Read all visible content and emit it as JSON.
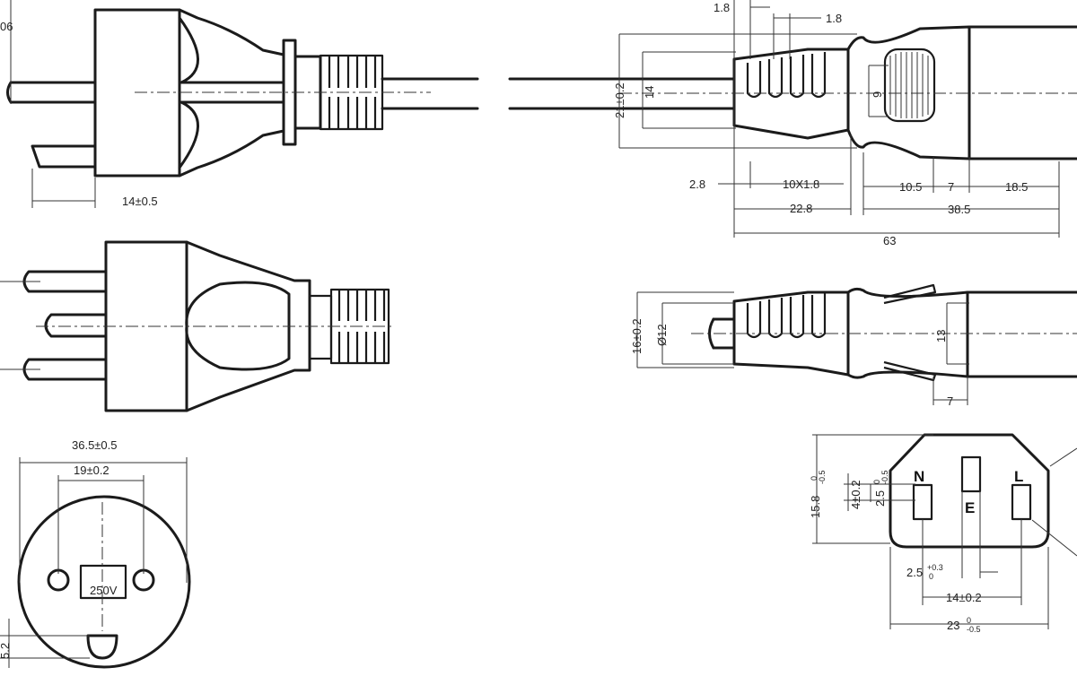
{
  "plug_side": {
    "partial_dim_top": "06",
    "pin_dim": "14±0.5"
  },
  "plug_face": {
    "diameter": "36.5±0.5",
    "pin_spacing": "19±0.2",
    "voltage_mark": "250V",
    "earth_offset": "5.2"
  },
  "connector_side": {
    "dims": {
      "rib_width_top": "1.8",
      "rib_gap_top": "1.8",
      "outer_height": "21±0.2",
      "inner_height": "14",
      "socket_height": "9",
      "strain_offset": "2.8",
      "ribs": "10X1.8",
      "grip_length": "22.8",
      "body_a": "10.5",
      "body_b": "7",
      "body_c": "18.5",
      "body_total": "38.5",
      "overall": "63"
    }
  },
  "connector_top": {
    "dims": {
      "outer_dia": "16±0.2",
      "cable_dia": "Ø12",
      "socket_height": "13",
      "latch": "7"
    }
  },
  "connector_face": {
    "pins": {
      "neutral": "N",
      "earth": "E",
      "live": "L"
    },
    "dims": {
      "height_main": "15.8",
      "height_tol_upper": "0",
      "height_tol_lower": "-0.5",
      "pin_len": "4±0.2",
      "pin_offset": "2.5",
      "pin_offset_tol_upper": "0",
      "pin_offset_tol_lower": "-0.5",
      "pin_width": "2.5",
      "pin_width_tol_upper": "+0.3",
      "pin_width_tol_lower": "0",
      "pin_spacing": "14±0.2",
      "width_main": "23",
      "width_tol_upper": "0",
      "width_tol_lower": "-0.5"
    }
  }
}
